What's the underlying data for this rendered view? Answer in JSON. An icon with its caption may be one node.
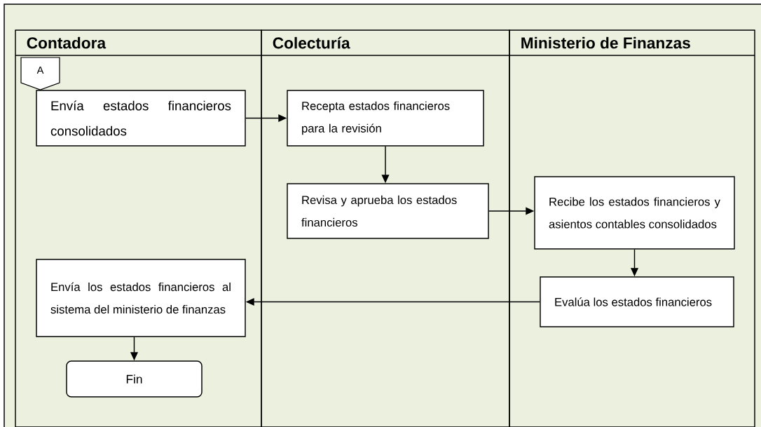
{
  "diagram": {
    "nodes": [
      {
        "text": [
          "Contadora"
        ]
      },
      {
        "text": [
          "Colecturía"
        ]
      },
      {
        "text": [
          "Ministerio de Finanzas"
        ]
      },
      {
        "text": [
          "A"
        ],
        "in": 0
      },
      {
        "text": [
          "Envía estados financieros consolidados"
        ],
        "in": 0
      },
      {
        "text": [
          "Recepta estados financieros para la revisión"
        ],
        "in": 1
      },
      {
        "text": [
          "Revisa y aprueba los estados financieros"
        ],
        "in": 1
      },
      {
        "text": [
          "Recibe los estados financieros y asientos contables consolidados"
        ],
        "in": 2
      },
      {
        "text": [
          "Evalúa los estados financieros"
        ],
        "in": 2
      },
      {
        "text": [
          "Envía los estados financieros al sistema del ministerio de finanzas"
        ],
        "in": 0
      },
      {
        "text": [
          "Fin"
        ],
        "in": 0
      }
    ],
    "edges": [
      {
        "from": 4,
        "to": 5,
        "arrow": "to"
      },
      {
        "from": 5,
        "to": 6,
        "arrow": "to"
      },
      {
        "from": 6,
        "to": 7,
        "arrow": "to"
      },
      {
        "from": 7,
        "to": 8,
        "arrow": "to"
      },
      {
        "from": 8,
        "to": 9,
        "arrow": "to"
      },
      {
        "from": 9,
        "to": 10,
        "arrow": "to"
      }
    ]
  }
}
